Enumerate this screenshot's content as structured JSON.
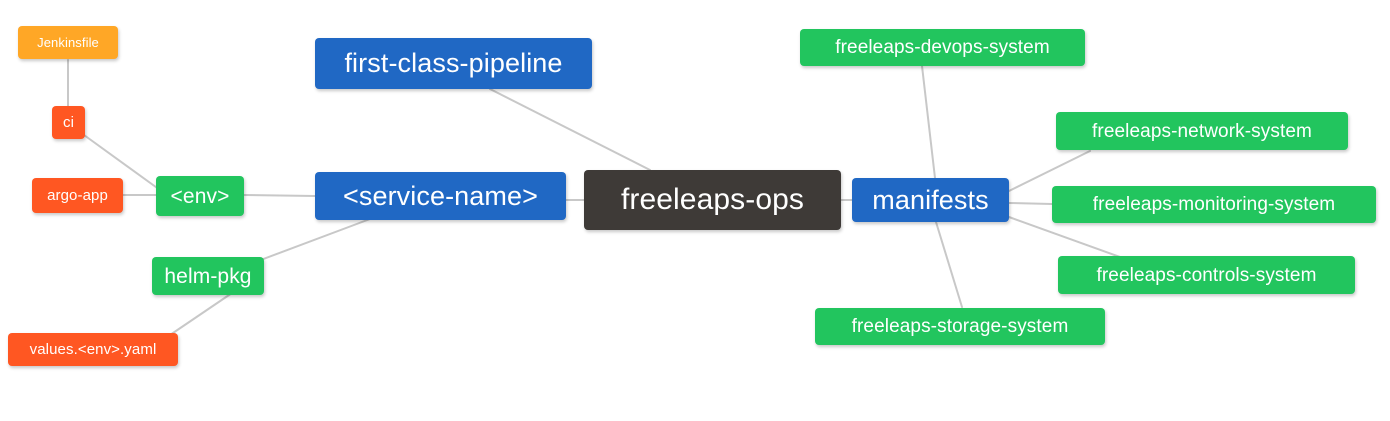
{
  "diagram": {
    "type": "mindmap",
    "title": "freeleaps-ops",
    "background_color": "#ffffff",
    "edge_color": "#c8c8c8",
    "palette": {
      "root": "#3e3a37",
      "blue": "#2068c4",
      "green": "#22c55e",
      "orange": "#ffa726",
      "red": "#ff5722",
      "text": "#ffffff"
    }
  },
  "nodes": {
    "root": {
      "label": "freeleaps-ops",
      "color": "#3e3a37"
    },
    "first_class_pipeline": {
      "label": "first-class-pipeline",
      "color": "#2068c4"
    },
    "service_name": {
      "label": "<service-name>",
      "color": "#2068c4"
    },
    "manifests": {
      "label": "manifests",
      "color": "#2068c4"
    },
    "env": {
      "label": "<env>",
      "color": "#22c55e"
    },
    "helm_pkg": {
      "label": "helm-pkg",
      "color": "#22c55e"
    },
    "ci": {
      "label": "ci",
      "color": "#ff5722"
    },
    "argo_app": {
      "label": "argo-app",
      "color": "#ff5722"
    },
    "jenkinsfile": {
      "label": "Jenkinsfile",
      "color": "#ffa726"
    },
    "values_yaml": {
      "label": "values.<env>.yaml",
      "color": "#ff5722"
    },
    "devops_system": {
      "label": "freeleaps-devops-system",
      "color": "#22c55e"
    },
    "network_system": {
      "label": "freeleaps-network-system",
      "color": "#22c55e"
    },
    "monitoring_system": {
      "label": "freeleaps-monitoring-system",
      "color": "#22c55e"
    },
    "controls_system": {
      "label": "freeleaps-controls-system",
      "color": "#22c55e"
    },
    "storage_system": {
      "label": "freeleaps-storage-system",
      "color": "#22c55e"
    }
  },
  "edges": [
    {
      "from": "first_class_pipeline",
      "to": "root"
    },
    {
      "from": "service_name",
      "to": "root"
    },
    {
      "from": "manifests",
      "to": "root"
    },
    {
      "from": "env",
      "to": "service_name"
    },
    {
      "from": "helm_pkg",
      "to": "service_name"
    },
    {
      "from": "ci",
      "to": "env"
    },
    {
      "from": "argo_app",
      "to": "env"
    },
    {
      "from": "jenkinsfile",
      "to": "ci"
    },
    {
      "from": "values_yaml",
      "to": "helm_pkg"
    },
    {
      "from": "devops_system",
      "to": "manifests"
    },
    {
      "from": "network_system",
      "to": "manifests"
    },
    {
      "from": "monitoring_system",
      "to": "manifests"
    },
    {
      "from": "controls_system",
      "to": "manifests"
    },
    {
      "from": "storage_system",
      "to": "manifests"
    }
  ]
}
